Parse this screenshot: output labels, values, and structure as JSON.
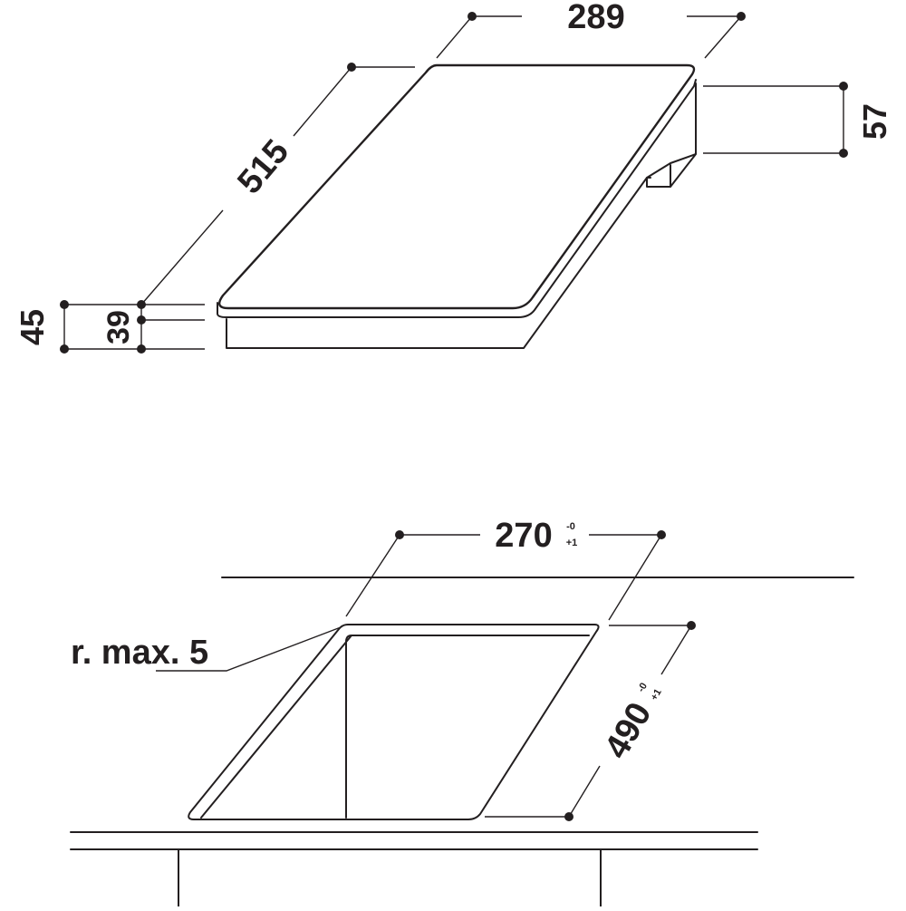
{
  "top_view": {
    "width_label": "289",
    "depth_label": "515",
    "height_total_label": "57",
    "side_total_label": "45",
    "side_inner_label": "39"
  },
  "cutout_view": {
    "width_label": "270",
    "width_tol_minus": "-0",
    "width_tol_plus": "+1",
    "depth_label": "490",
    "depth_tol_minus": "-0",
    "depth_tol_plus": "+1",
    "radius_label": "r. max. 5"
  }
}
